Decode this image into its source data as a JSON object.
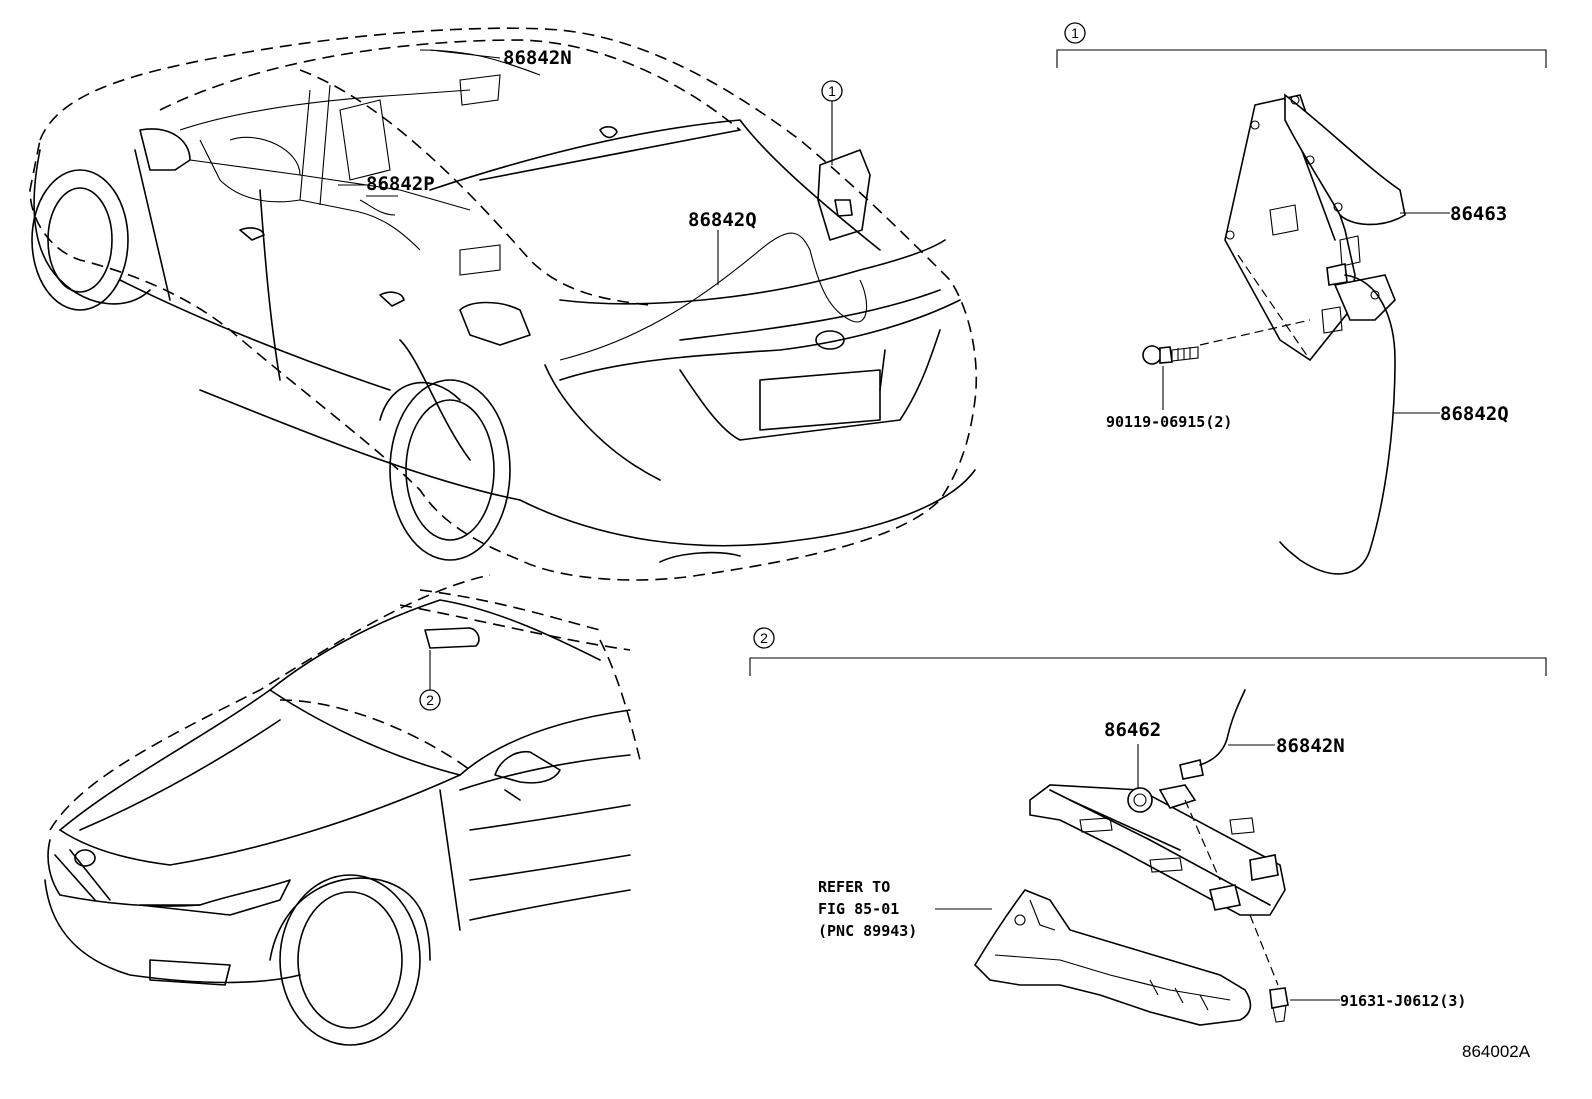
{
  "callouts": {
    "c1": "1",
    "c2": "2"
  },
  "labels": {
    "top_n": "86842N",
    "top_p": "86842P",
    "top_q": "86842Q",
    "d1_module": "86463",
    "d1_bolt": "90119-06915(2)",
    "d1_cable": "86842Q",
    "d2_unit": "86462",
    "d2_cable": "86842N",
    "d2_refer_1": "REFER TO",
    "d2_refer_2": "FIG 85-01",
    "d2_refer_3": "(PNC 89943)",
    "d2_screw": "91631-J0612(3)"
  },
  "figure_code": "864002A"
}
